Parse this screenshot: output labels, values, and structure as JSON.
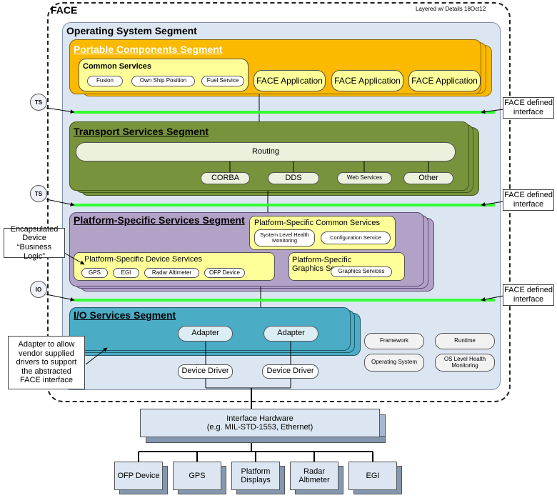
{
  "header": {
    "face": "FACE",
    "version_note": "Layered w/ Details 18Oct12"
  },
  "os_segment": {
    "title": "Operating System Segment"
  },
  "portable": {
    "title": "Portable Components Segment",
    "common_services": {
      "title": "Common Services",
      "items": [
        "Fusion",
        "Own Ship Position",
        "Fuel Service"
      ]
    },
    "apps": [
      "FACE Application",
      "FACE Application",
      "FACE Application"
    ]
  },
  "transport": {
    "title": "Transport Services Segment",
    "routing": "Routing",
    "items": [
      "CORBA",
      "DDS",
      "Web Services",
      "Other"
    ]
  },
  "platform": {
    "title": "Platform-Specific Services Segment",
    "common": {
      "title": "Platform-Specific Common Services",
      "items": [
        "System Level Health Monitoring",
        "Configuration Service"
      ]
    },
    "device": {
      "title": "Platform-Specific Device Services",
      "items": [
        "GPS",
        "EGI",
        "Radar Altimeter",
        "OFP Device"
      ]
    },
    "graphics": {
      "title": "Platform-Specific Graphics Services",
      "items": [
        "Graphics Services"
      ]
    }
  },
  "io": {
    "title": "I/O Services Segment",
    "adapters": [
      "Adapter",
      "Adapter"
    ]
  },
  "device_drivers": [
    "Device Driver",
    "Device Driver"
  ],
  "os_services": [
    "Framework",
    "Runtime",
    "Operating System",
    "OS Level Health Monitoring"
  ],
  "interface_markers": [
    "TS",
    "TS",
    "IO"
  ],
  "interface_label": "FACE defined interface",
  "callouts": {
    "business_logic": "Encapsulated Device “Business Logic”",
    "adapter": "Adapter to allow vendor supplied drivers to support the abstracted FACE interface"
  },
  "hardware": {
    "title": "Interface Hardware",
    "detail": "(e.g. MIL-STD-1553, Ethernet)"
  },
  "devices": [
    "OFP Device",
    "GPS",
    "Platform Displays",
    "Radar Altimeter",
    "EGI"
  ],
  "colors": {
    "portable": "#fbb900",
    "transport": "#77933c",
    "platform": "#b3a2c7",
    "io": "#4bacc6",
    "os": "#dce6f2",
    "yellow": "#ffff99",
    "interface_line": "#33ff33",
    "hardware": "#dce6f2"
  }
}
